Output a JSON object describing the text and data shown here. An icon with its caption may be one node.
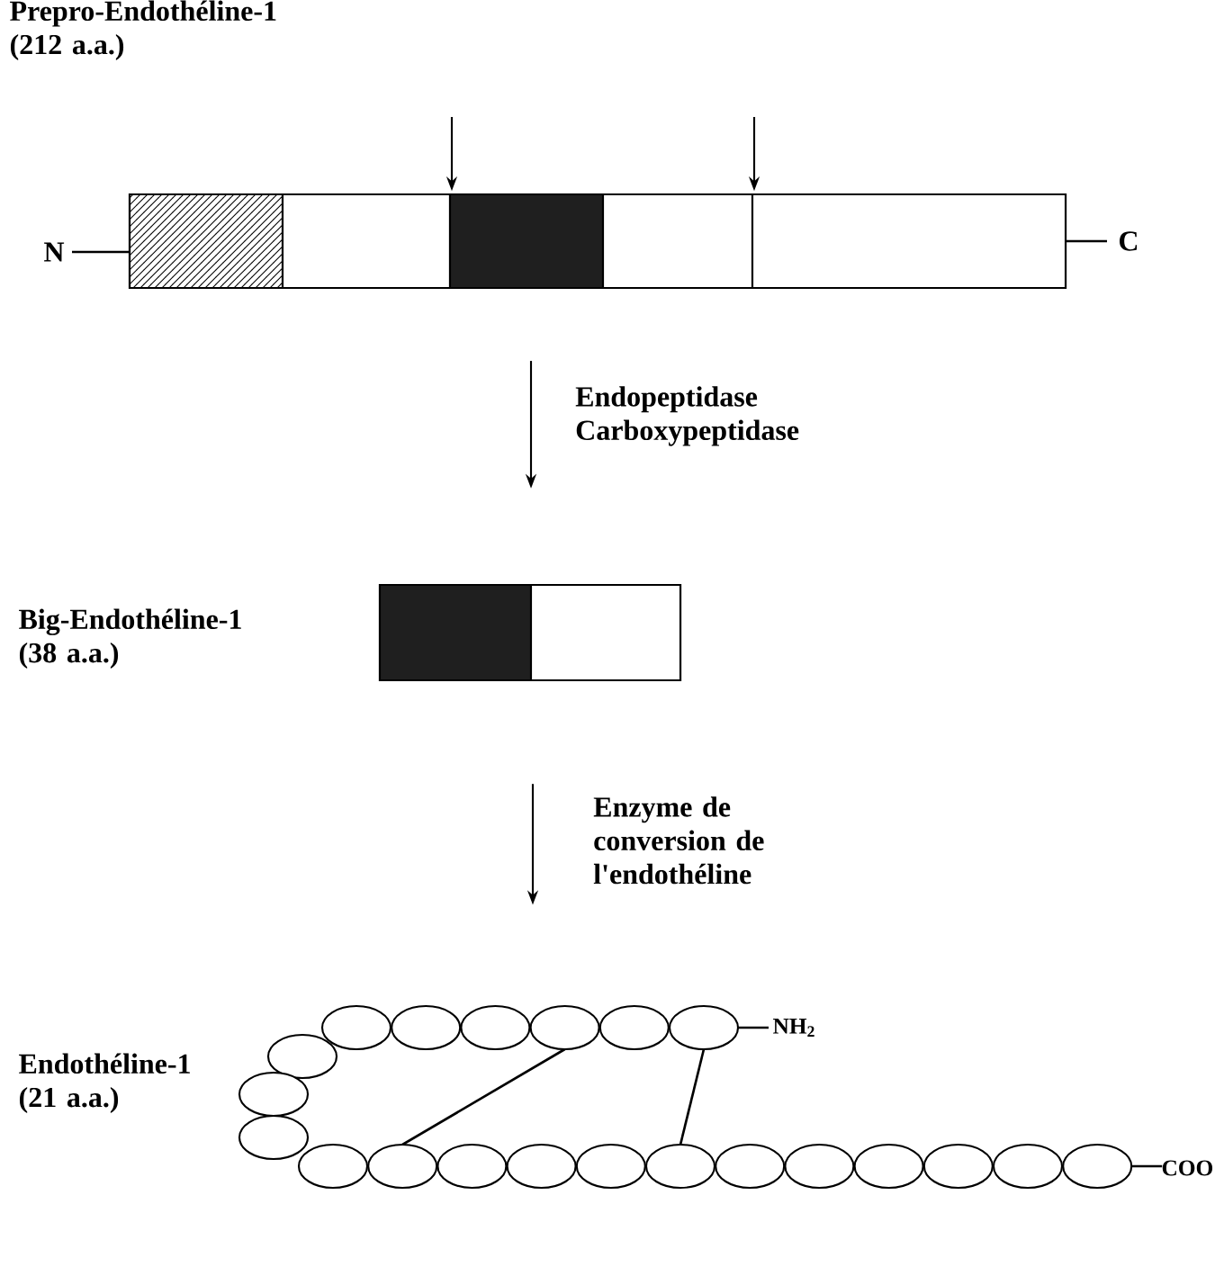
{
  "diagram": {
    "nodes": [
      {
        "text": [],
        "shape": "bar"
      },
      {
        "text": [],
        "shape": "bar"
      },
      {
        "text": [],
        "shape": "chain"
      }
    ],
    "edges": [
      {
        "from": null,
        "to": 0,
        "arrow": "to"
      },
      {
        "from": null,
        "to": 0,
        "arrow": "to"
      },
      {
        "from": 0,
        "to": 1,
        "arrow": "to",
        "label": "Endopeptidase Carboxypeptidase"
      },
      {
        "from": 1,
        "to": 2,
        "arrow": "to",
        "label": "Enzyme de conversion de l'endothéline"
      }
    ],
    "labels": [
      "Prepro-Endothéline-1 (212 a.a.)",
      "N",
      "C",
      "Big-Endothéline-1 (38 a.a.)",
      "NH$_{2}$",
      "Endothéline-1 (21 a.a.)",
      "COO"
    ]
  }
}
